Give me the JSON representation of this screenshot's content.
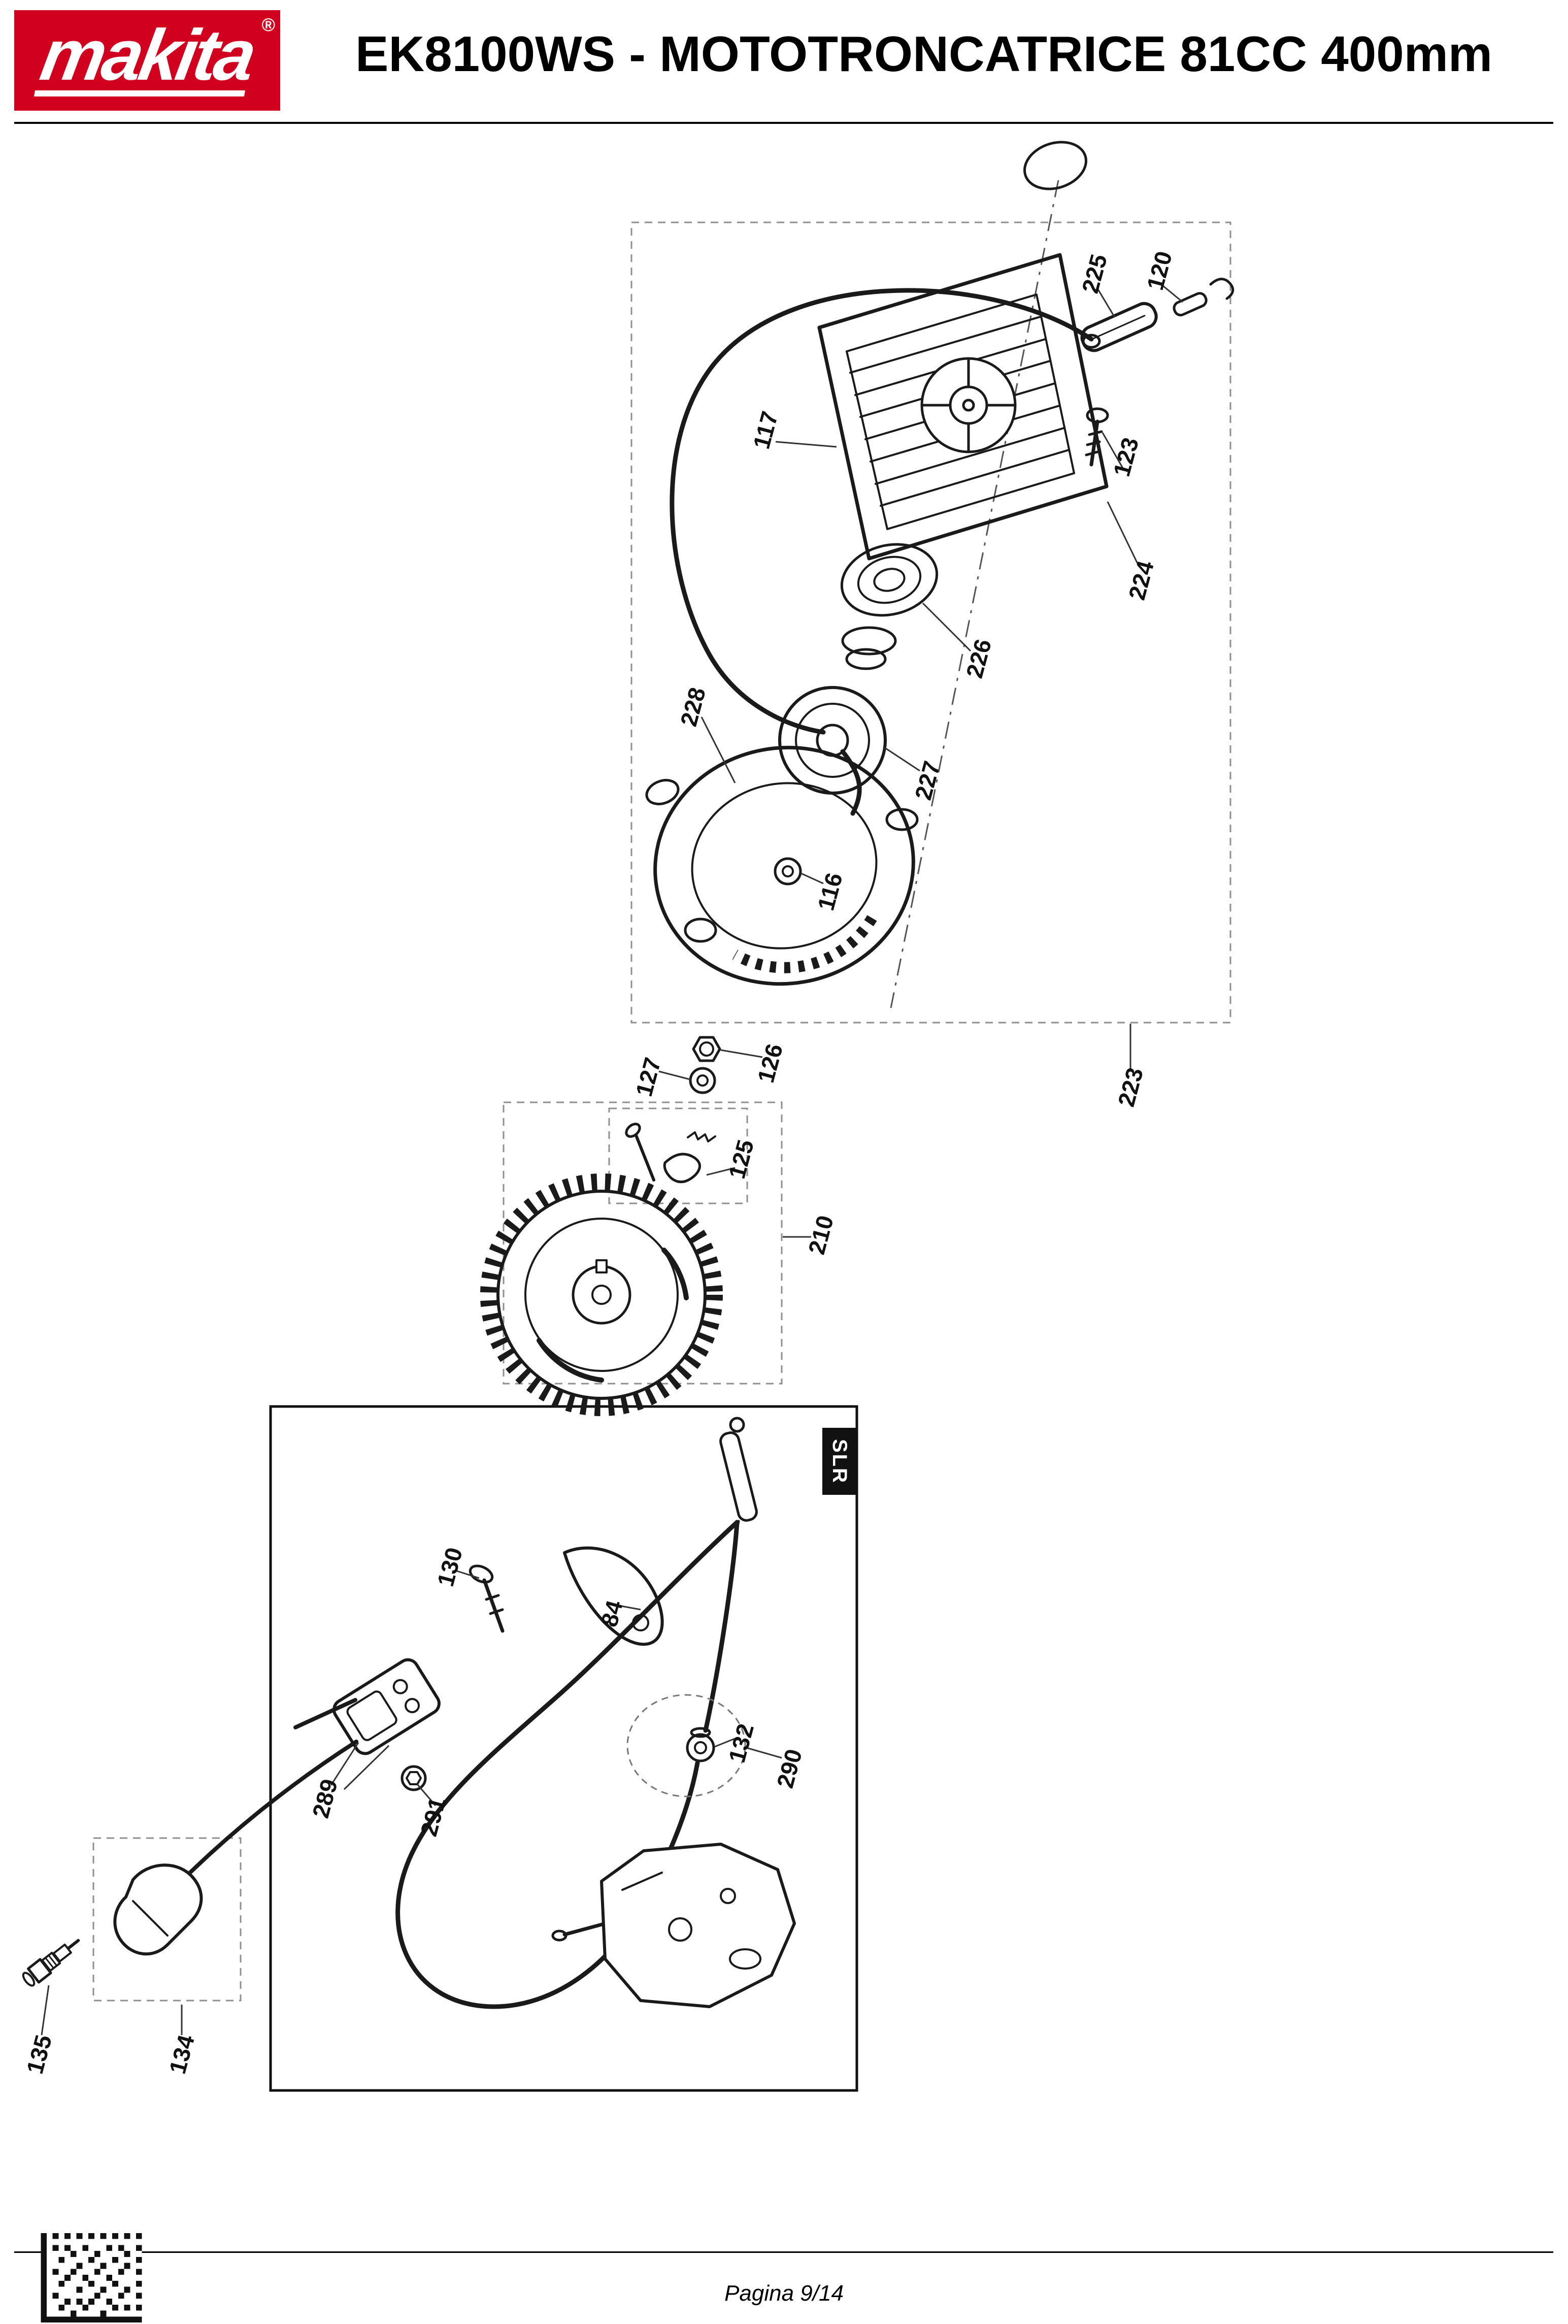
{
  "header": {
    "logo_text": "makita",
    "logo_registered": "®",
    "title": "EK8100WS - MOTOTRONCATRICE 81CC 400mm"
  },
  "diagram": {
    "slr_tag": "SLR",
    "labels": [
      {
        "text": "225"
      },
      {
        "text": "120"
      },
      {
        "text": "117"
      },
      {
        "text": "123"
      },
      {
        "text": "224"
      },
      {
        "text": "226"
      },
      {
        "text": "228"
      },
      {
        "text": "227"
      },
      {
        "text": "116"
      },
      {
        "text": "223"
      },
      {
        "text": "126"
      },
      {
        "text": "127"
      },
      {
        "text": "125"
      },
      {
        "text": "210"
      },
      {
        "text": "130"
      },
      {
        "text": "84"
      },
      {
        "text": "289"
      },
      {
        "text": "291"
      },
      {
        "text": "132"
      },
      {
        "text": "290"
      },
      {
        "text": "134"
      },
      {
        "text": "135"
      }
    ]
  },
  "footer": {
    "page_label": "Pagina 9/14"
  },
  "icons": {
    "qr_code": "matrix-barcode",
    "logo": "makita-logo"
  },
  "colors": {
    "brand_red": "#d1001f",
    "line_color": "#1a1a1a",
    "dash_color": "#8f8f8f"
  }
}
